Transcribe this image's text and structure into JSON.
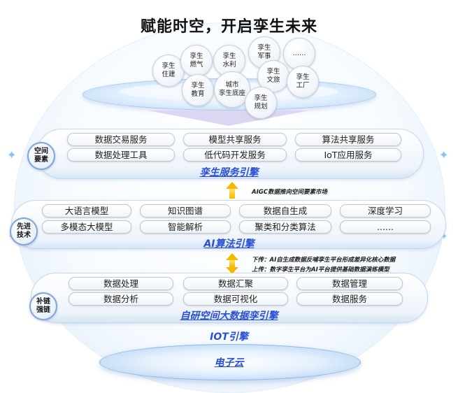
{
  "headline": "赋能时空，开启孪生未来",
  "scenarios": {
    "items": [
      {
        "label": "孪生\n住建"
      },
      {
        "label": "孪生\n燃气"
      },
      {
        "label": "孪生\n水利"
      },
      {
        "label": "孪生\n军事"
      },
      {
        "label": "……"
      },
      {
        "label": "孪生\n教育"
      },
      {
        "label": "城市\n孪生底座"
      },
      {
        "label": "孪生\n文旅"
      },
      {
        "label": "孪生\n工厂"
      },
      {
        "label": "孪生\n规划"
      }
    ]
  },
  "layers": {
    "spatial": {
      "badge": "空间\n要素",
      "pills": [
        "数据交易服务",
        "模型共享服务",
        "算法共享服务",
        "数据处理工具",
        "低代码开发服务",
        "IoT应用服务"
      ],
      "engine": "孪生服务引擎"
    },
    "ai": {
      "badge": "先进\n技术",
      "pills": [
        "大语言模型",
        "知识图谱",
        "数据自生成",
        "深度学习",
        "多模态大模型",
        "智能解析",
        "聚类和分类算法",
        "......"
      ],
      "engine": "AI算法引擎"
    },
    "data": {
      "badge": "补链\n强链",
      "pills": [
        "数据处理",
        "数据汇聚",
        "数据管理",
        "数据分析",
        "数据可视化",
        "数据服务"
      ],
      "engine": "自研空间大数据孪引擎"
    }
  },
  "flows": {
    "aigc_note": "AIGC数据推向空间要素市场",
    "down_note": "下传：AI自生成数据反哺孪生平台形成差异化核心数据",
    "up_note": "上传：数字孪生平台为AI平台提供基础数据演练模型"
  },
  "iot_engine": "IOT引擎",
  "base": "电子云",
  "colors": {
    "engine_text": "#2a4fd6",
    "arrow": "#f5b800"
  }
}
